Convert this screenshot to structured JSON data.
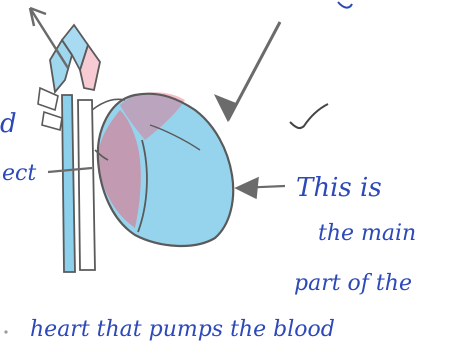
{
  "annotation": {
    "lines": [
      "This is",
      "the main",
      "part of the",
      "heart that pumps the blood"
    ]
  },
  "left_edge_fragments": [
    "d",
    "ect"
  ],
  "colors": {
    "ink_blue": "#2d49b8",
    "pencil_grey": "#6b6b6b",
    "crayon_red": "#e86a80",
    "crayon_blue": "#3fb0e0"
  },
  "marks": {
    "tick": "check-mark"
  }
}
